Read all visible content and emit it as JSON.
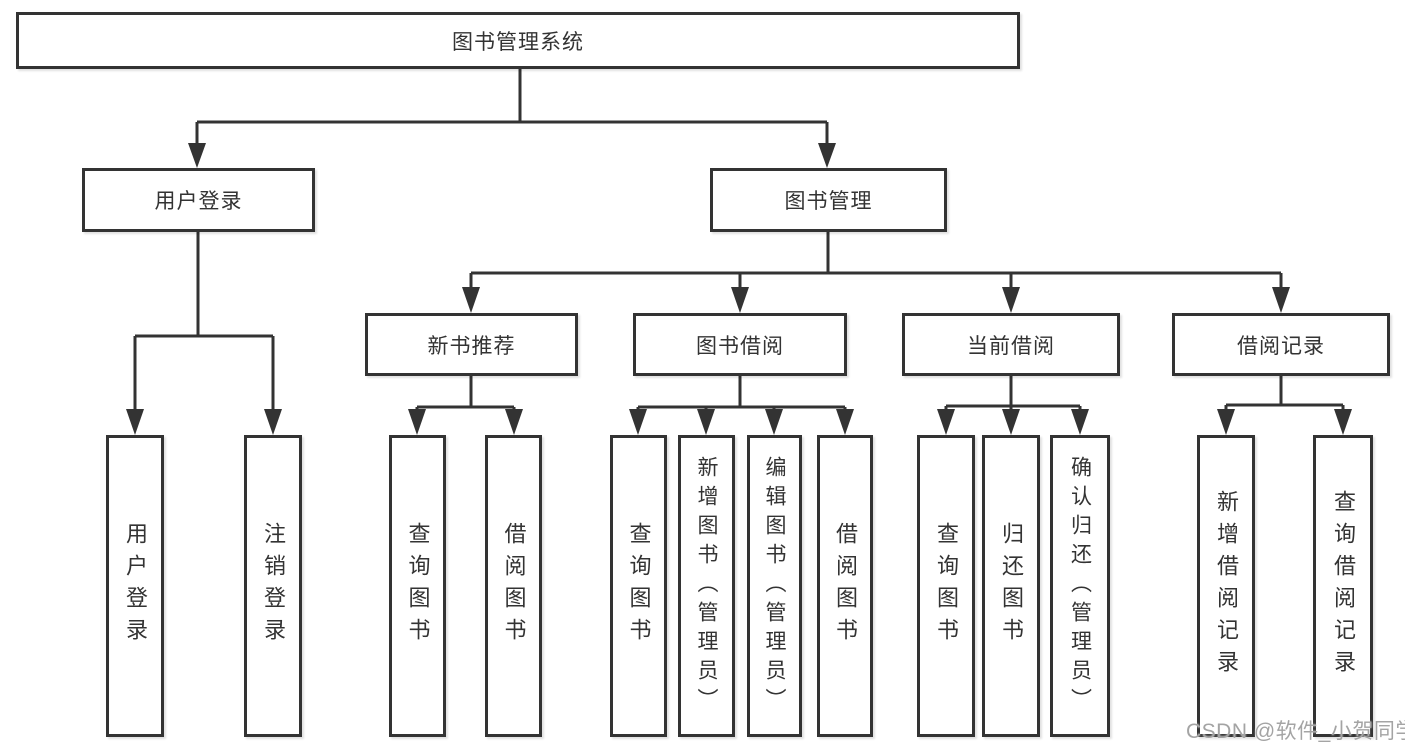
{
  "nodes": {
    "root": {
      "label": "图书管理系统"
    },
    "user_login": {
      "label": "用户登录"
    },
    "book_management": {
      "label": "图书管理"
    },
    "new_book_recommend": {
      "label": "新书推荐"
    },
    "book_borrow": {
      "label": "图书借阅"
    },
    "current_borrow": {
      "label": "当前借阅"
    },
    "borrow_records": {
      "label": "借阅记录"
    },
    "leaf_user_login": {
      "label": "用户登录"
    },
    "leaf_logout": {
      "label": "注销登录"
    },
    "leaf_recommend_query_book": {
      "label": "查询图书"
    },
    "leaf_recommend_borrow_book": {
      "label": "借阅图书"
    },
    "leaf_borrow_query_book": {
      "label": "查询图书"
    },
    "leaf_add_book_admin": {
      "label": "新增图书（管理员）"
    },
    "leaf_edit_book_admin": {
      "label": "编辑图书（管理员）"
    },
    "leaf_borrow_book": {
      "label": "借阅图书"
    },
    "leaf_current_query_book": {
      "label": "查询图书"
    },
    "leaf_return_book": {
      "label": "归还图书"
    },
    "leaf_confirm_return_admin": {
      "label": "确认归还（管理员）"
    },
    "leaf_add_borrow_record": {
      "label": "新增借阅记录"
    },
    "leaf_query_borrow_record": {
      "label": "查询借阅记录"
    }
  },
  "watermark": {
    "text": "CSDN @软件_小贺同学"
  },
  "colors": {
    "line": "#333333",
    "box_border": "#333333",
    "text": "#333333",
    "watermark": "#a4a4a4",
    "background": "#ffffff"
  }
}
